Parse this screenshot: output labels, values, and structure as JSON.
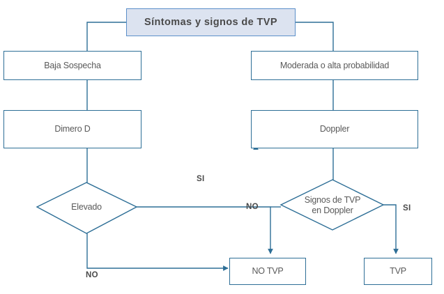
{
  "diagram": {
    "type": "flowchart",
    "title": "Síntomas y signos de TVP",
    "colors": {
      "line": "#2d6e96",
      "title_fill": "#dce3f0",
      "title_border": "#5b8fc9",
      "node_border": "#2d6e96",
      "node_fill": "#ffffff",
      "text": "#595959",
      "label_text": "#4a4a4a",
      "background": "#ffffff"
    },
    "nodes": [
      {
        "id": "root",
        "shape": "box",
        "label": "Síntomas y signos de TVP"
      },
      {
        "id": "baja",
        "shape": "box",
        "label": "Baja Sospecha"
      },
      {
        "id": "moderada",
        "shape": "box",
        "label": "Moderada  o alta probabilidad"
      },
      {
        "id": "dimero",
        "shape": "box",
        "label": "Dimero D"
      },
      {
        "id": "doppler",
        "shape": "box",
        "label": "Doppler"
      },
      {
        "id": "elevado",
        "shape": "diamond",
        "label": "Elevado"
      },
      {
        "id": "signos",
        "shape": "diamond",
        "label_line1": "Signos de TVP",
        "label_line2": "en Doppler"
      },
      {
        "id": "no_tvp",
        "shape": "box",
        "label": "NO TVP"
      },
      {
        "id": "tvp",
        "shape": "box",
        "label": "TVP"
      }
    ],
    "edge_labels": {
      "si_center": "SI",
      "no_center": "NO",
      "no_bottom": "NO",
      "si_right": "SI"
    }
  }
}
